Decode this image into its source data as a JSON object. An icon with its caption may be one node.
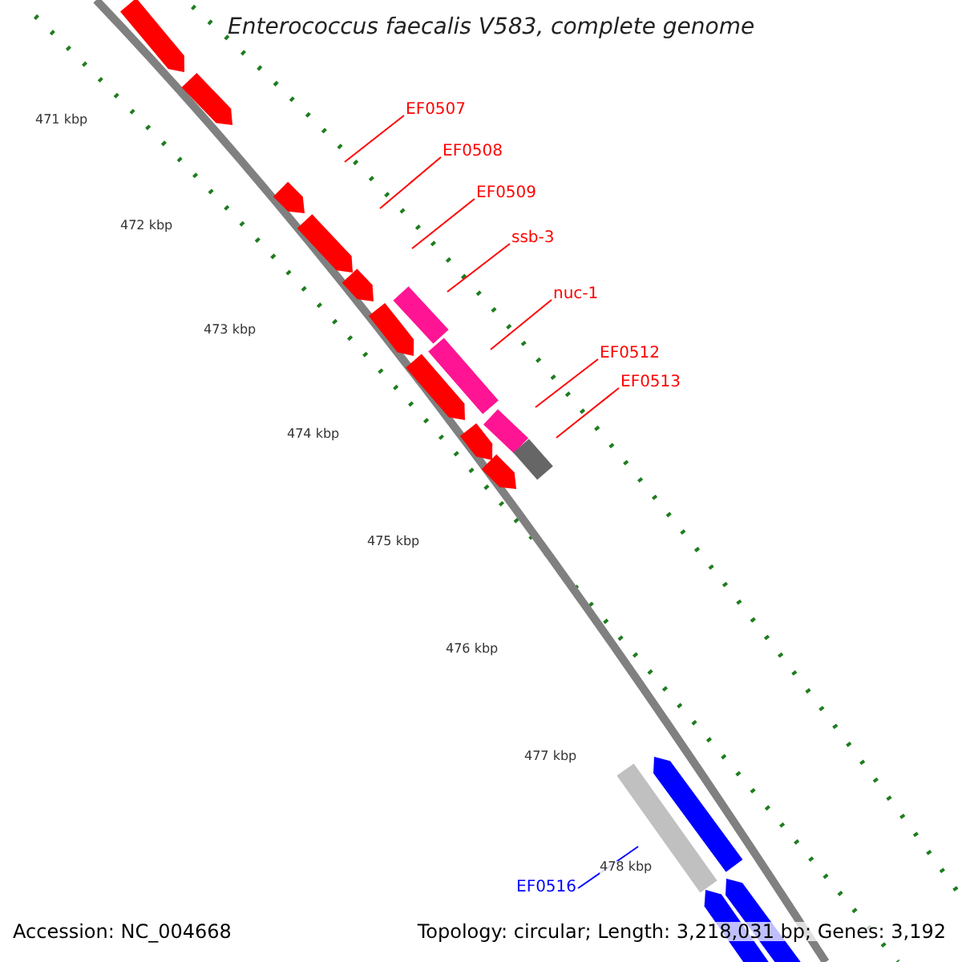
{
  "diagram": {
    "title": "Enterococcus faecalis V583, complete genome",
    "nodes": [
      {
        "text": [
          "EF0507"
        ]
      },
      {
        "text": [
          "EF0508"
        ]
      },
      {
        "text": [
          "EF0509"
        ]
      },
      {
        "text": [
          "ssb-3"
        ]
      },
      {
        "text": [
          "nuc-1"
        ]
      },
      {
        "text": [
          "EF0512"
        ]
      },
      {
        "text": [
          "EF0513"
        ]
      },
      {
        "text": [
          "EF0516"
        ]
      }
    ],
    "edges": [
      {
        "from": 0,
        "to": null,
        "arrow": "none"
      },
      {
        "from": 1,
        "to": null,
        "arrow": "none"
      },
      {
        "from": 2,
        "to": null,
        "arrow": "none"
      },
      {
        "from": 3,
        "to": null,
        "arrow": "none"
      },
      {
        "from": 4,
        "to": null,
        "arrow": "none"
      },
      {
        "from": 5,
        "to": null,
        "arrow": "none"
      },
      {
        "from": 6,
        "to": null,
        "arrow": "none"
      },
      {
        "from": 7,
        "to": null,
        "arrow": "none",
        "color": "#0000ff"
      }
    ],
    "labels": [
      "471 kbp",
      "472 kbp",
      "473 kbp",
      "474 kbp",
      "475 kbp",
      "476 kbp",
      "477 kbp",
      "478 kbp",
      "Accession: NC_004668",
      "Topology: circular; Length: 3,218,031 bp; Genes: 3,192"
    ]
  }
}
